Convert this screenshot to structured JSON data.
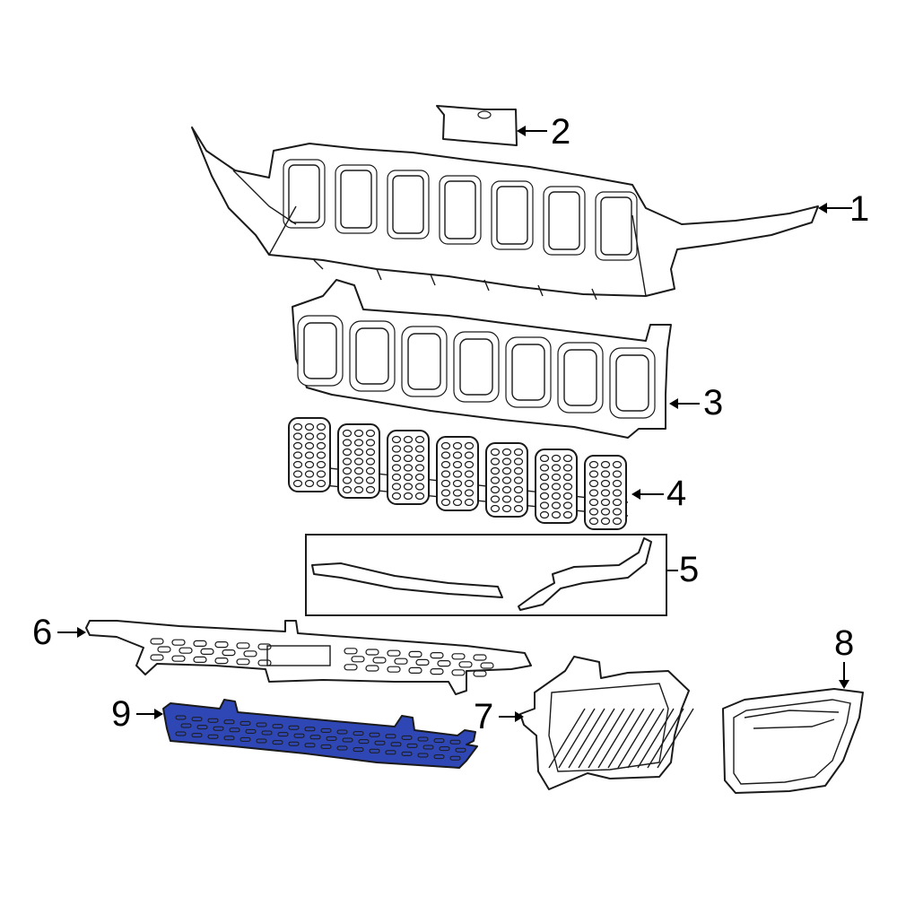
{
  "diagram": {
    "highlight_color": "#2f47b5",
    "line_color": "#1a1a1a",
    "callouts": [
      "1",
      "2",
      "3",
      "4",
      "5",
      "6",
      "7",
      "8",
      "9"
    ],
    "parts": [
      {
        "callout": "1",
        "icon": "grille-carrier-icon",
        "highlighted": false
      },
      {
        "callout": "2",
        "icon": "bracket-icon",
        "highlighted": false
      },
      {
        "callout": "3",
        "icon": "grille-frame-icon",
        "highlighted": false
      },
      {
        "callout": "4",
        "icon": "grille-inserts-icon",
        "highlighted": false
      },
      {
        "callout": "5",
        "icon": "trim-moldings-icon",
        "highlighted": false
      },
      {
        "callout": "6",
        "icon": "lower-grille-icon",
        "highlighted": false
      },
      {
        "callout": "7",
        "icon": "fog-lamp-bezel-icon",
        "highlighted": false
      },
      {
        "callout": "8",
        "icon": "cover-trim-icon",
        "highlighted": false
      },
      {
        "callout": "9",
        "icon": "lower-grille-insert-icon",
        "highlighted": true
      }
    ]
  }
}
